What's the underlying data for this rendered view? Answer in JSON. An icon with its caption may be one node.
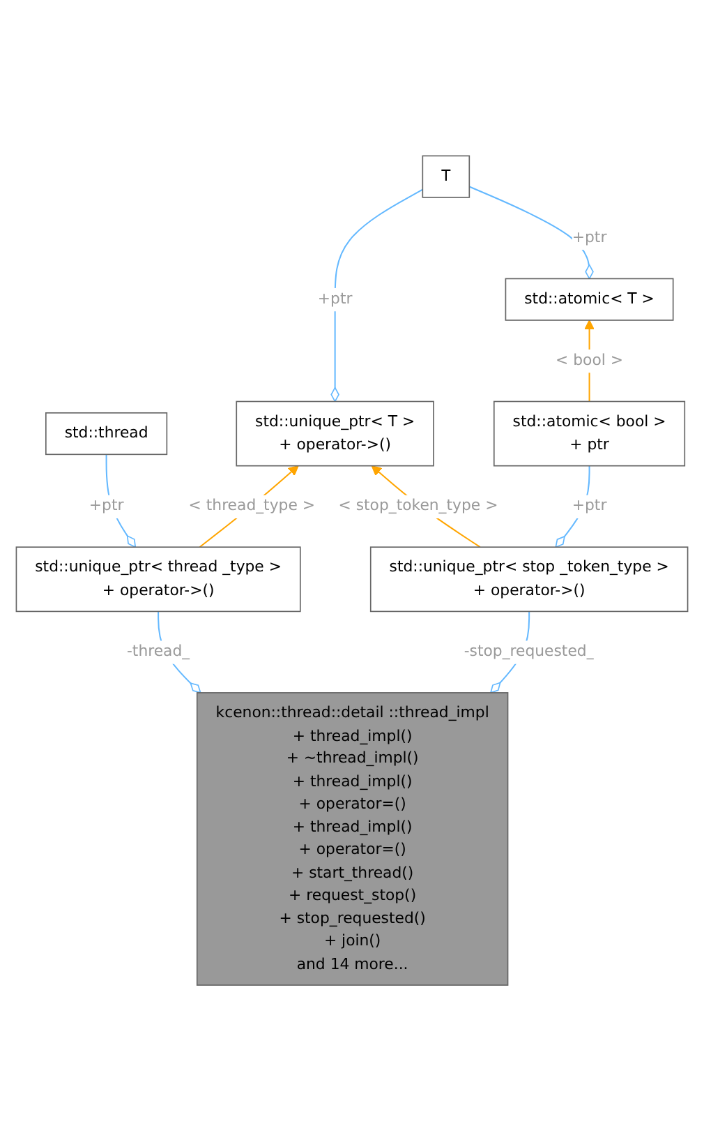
{
  "diagram": {
    "nodes": [
      {
        "text": [
          "T"
        ]
      },
      {
        "text": [
          "std::atomic< T >"
        ]
      },
      {
        "text": [
          "std::thread"
        ]
      },
      {
        "text": [
          "std::unique_ptr< T >",
          "+ operator->()"
        ]
      },
      {
        "text": [
          "std::atomic< bool >",
          "+ ptr"
        ]
      },
      {
        "text": [
          "std::unique_ptr< thread _type >",
          "+ operator->()"
        ]
      },
      {
        "text": [
          "std::unique_ptr< stop _token_type >",
          "+ operator->()"
        ]
      },
      {
        "text": [
          "kcenon::thread::detail ::thread_impl",
          "+ thread_impl()",
          "+ ~thread_impl()",
          "+ thread_impl()",
          "+ operator=()",
          "+ thread_impl()",
          "+ operator=()",
          "+ start_thread()",
          "+ request_stop()",
          "+ stop_requested()",
          "+ join()",
          "and 14 more..."
        ]
      }
    ],
    "edges": [
      {
        "from": 1,
        "to": 0,
        "label": "+ptr",
        "arrow": "other"
      },
      {
        "from": 3,
        "to": 0,
        "label": "+ptr",
        "arrow": "other"
      },
      {
        "from": 4,
        "to": 1,
        "label": "< bool >",
        "arrow": "to",
        "color": "#ffa500"
      },
      {
        "from": 5,
        "to": 2,
        "label": "+ptr",
        "arrow": "other"
      },
      {
        "from": 5,
        "to": 3,
        "label": "< thread_type >",
        "arrow": "to",
        "color": "#ffa500"
      },
      {
        "from": 6,
        "to": 3,
        "label": "< stop_token_type >",
        "arrow": "to",
        "color": "#ffa500"
      },
      {
        "from": 6,
        "to": 4,
        "label": "+ptr",
        "arrow": "other"
      },
      {
        "from": 7,
        "to": 5,
        "label": "-thread_",
        "arrow": "other"
      },
      {
        "from": 7,
        "to": 6,
        "label": "-stop_requested_",
        "arrow": "other"
      }
    ]
  }
}
